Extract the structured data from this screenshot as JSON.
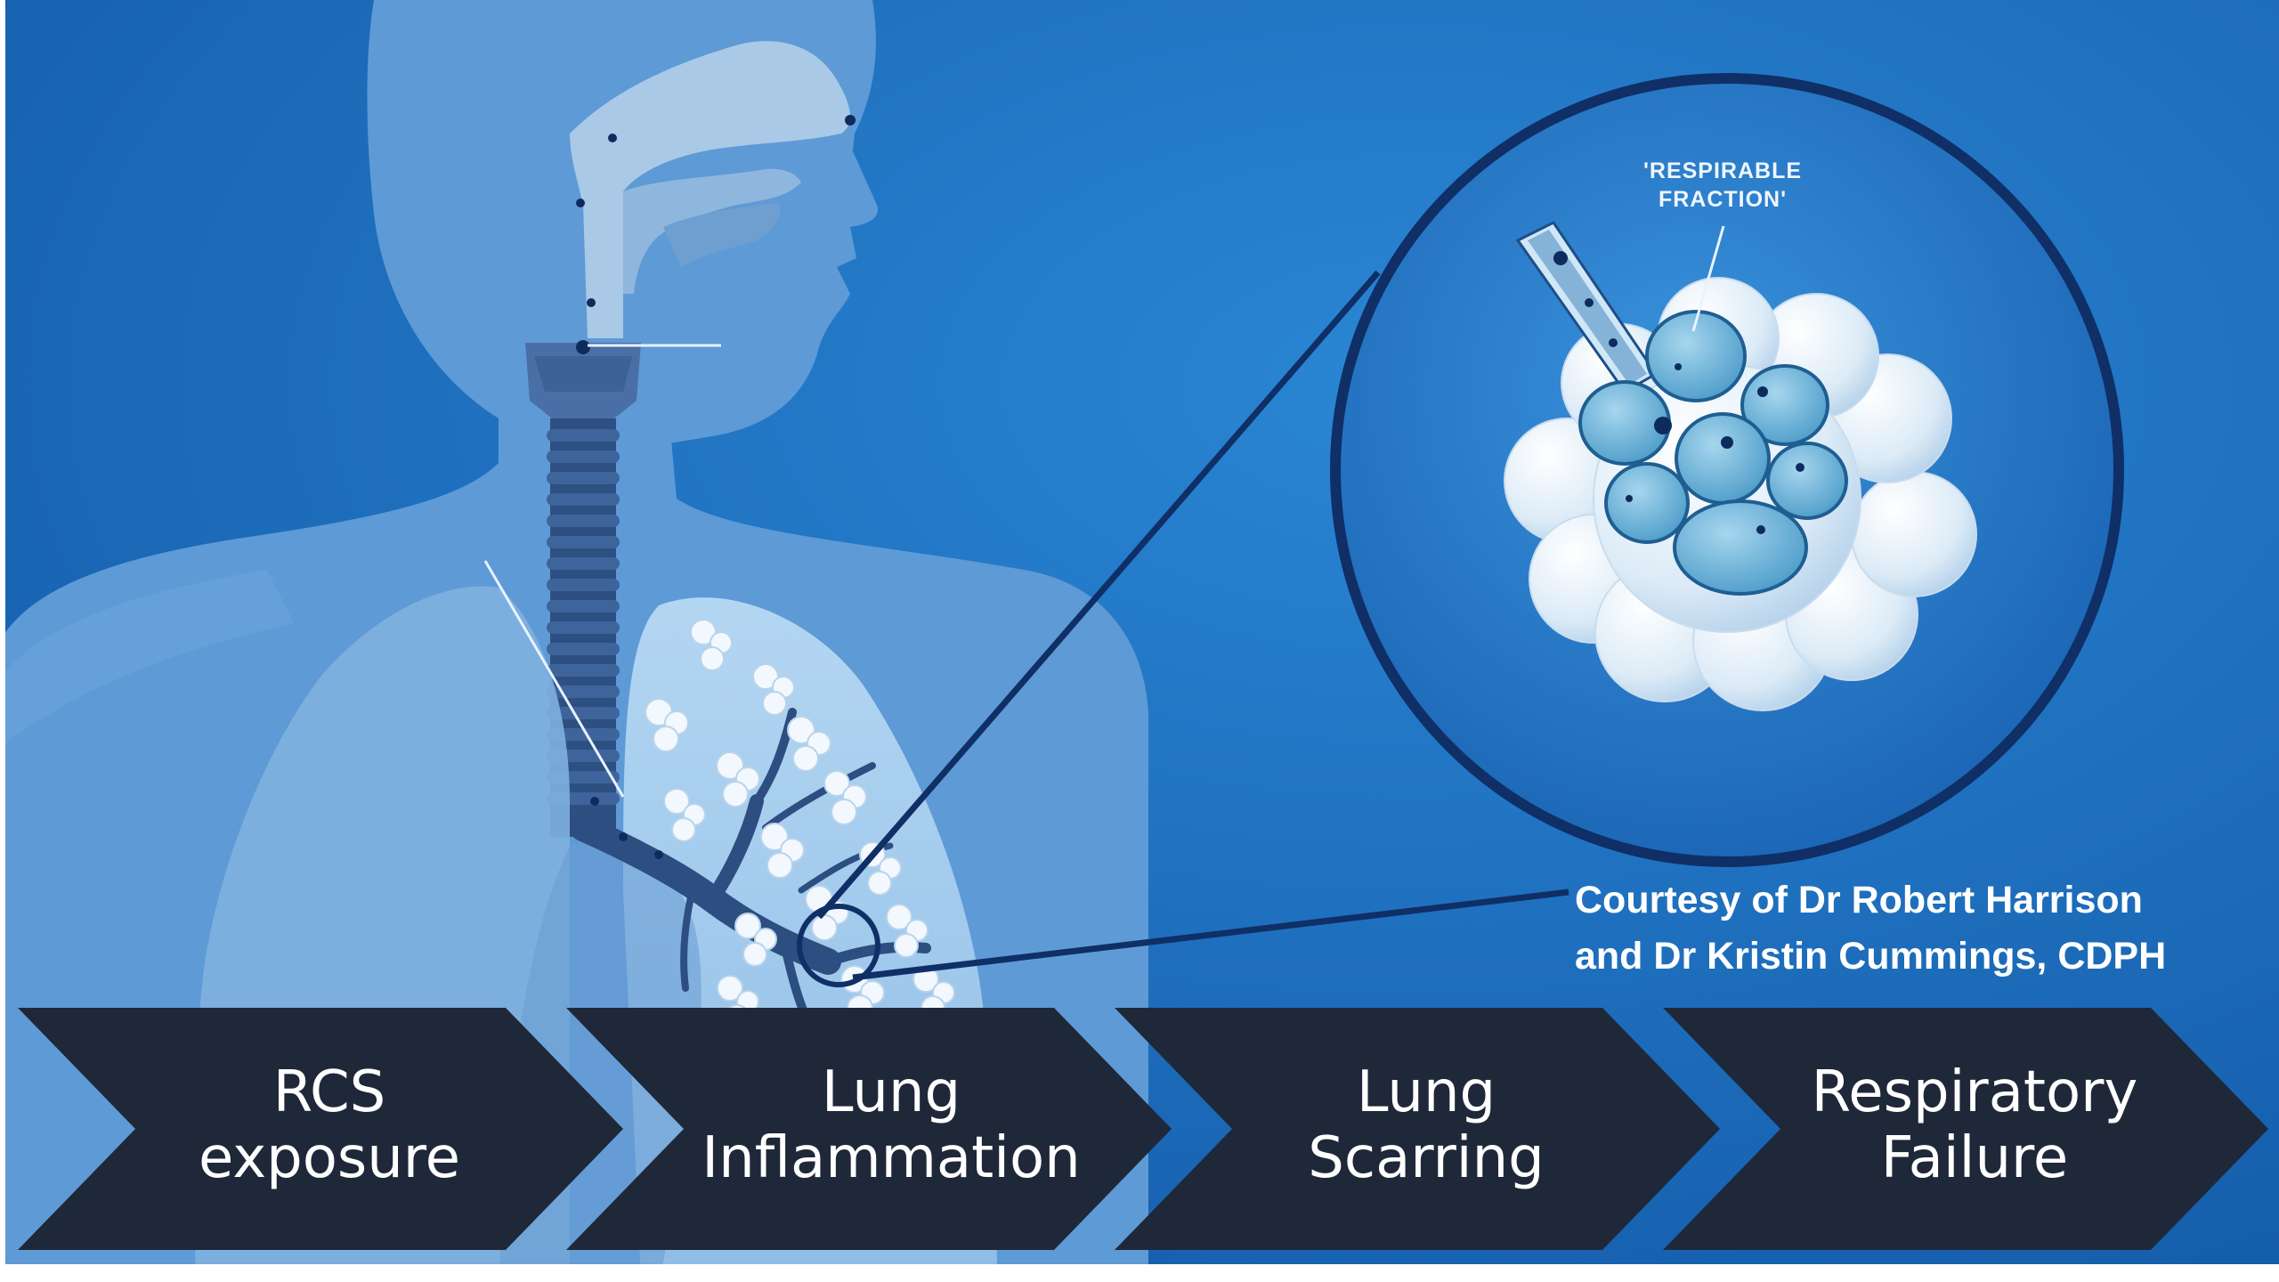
{
  "diagram": {
    "zoom_label": [
      "'RESPIRABLE",
      "FRACTION'"
    ],
    "credit": [
      "Courtesy of Dr Robert Harrison",
      "and Dr Kristin Cummings, CDPH"
    ],
    "steps": [
      {
        "line1": "RCS",
        "line2": "exposure"
      },
      {
        "line1": "Lung",
        "line2": "Inflammation"
      },
      {
        "line1": "Lung",
        "line2": "Scarring"
      },
      {
        "line1": "Respiratory",
        "line2": "Failure"
      }
    ]
  },
  "colors": {
    "background_blue": "#1f6fc0",
    "body_silhouette": "#5e9ad6",
    "airway": "#3a5f93",
    "lung": "#a8cdee",
    "magnifier_ring": "#0f2f66",
    "chevron": "#1e2838"
  }
}
